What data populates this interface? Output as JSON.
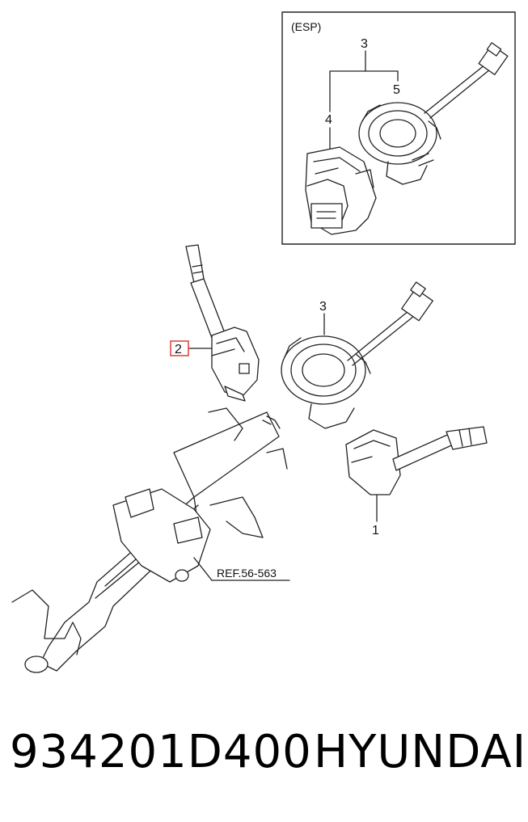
{
  "inset": {
    "title": "(ESP)"
  },
  "callouts": {
    "inset_3": "3",
    "inset_4": "4",
    "inset_5": "5",
    "main_3": "3",
    "main_2": "2",
    "main_1": "1",
    "ref": "REF.56-563"
  },
  "highlight_color": "#e53935",
  "footer": {
    "part_number": "934201D400",
    "brand": "HYUNDAI"
  }
}
